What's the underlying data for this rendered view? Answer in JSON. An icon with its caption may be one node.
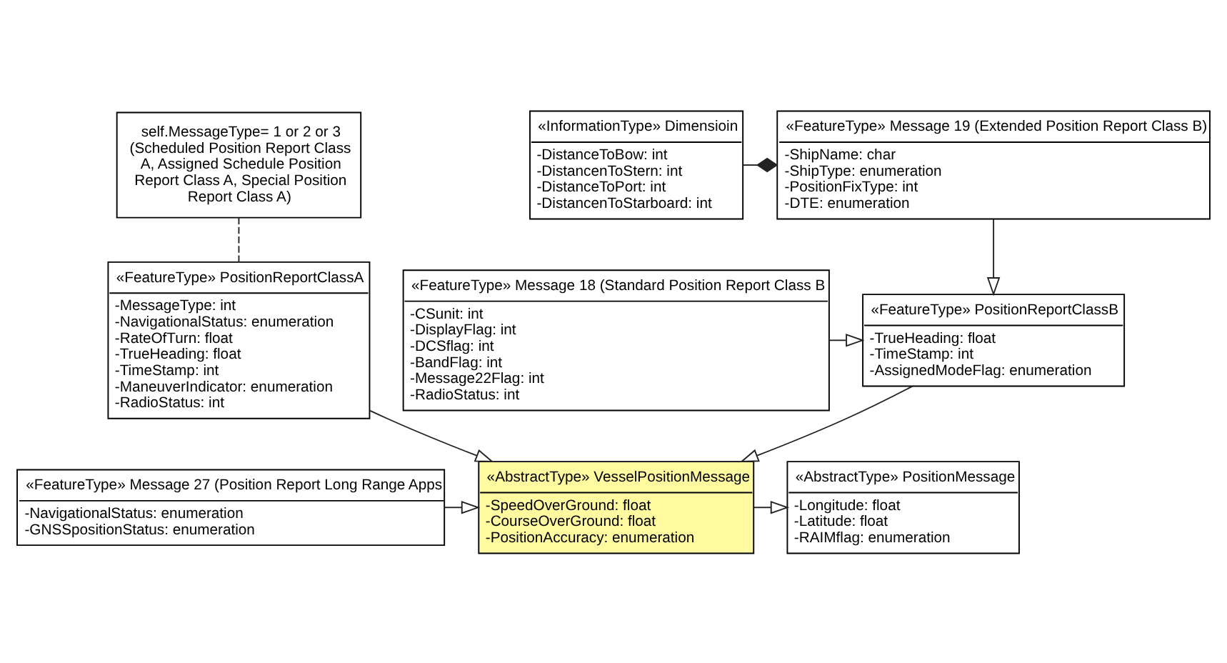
{
  "diagram": {
    "nodes": [
      {
        "text": [
          "self.MessageType= 1 or 2 or 3 (Scheduled Position Report Class A, Assigned Schedule Position Report Class A, Special Position Report Class A)"
        ]
      },
      {
        "text": [
          "«FeatureType» Message 19 (Extended Position Report Class B)",
          "-ShipName: char",
          "-ShipType: enumeration",
          "-PositionFixType: int",
          "-DTE: enumeration"
        ]
      },
      {
        "text": [
          "«InformationType» Dimensioin",
          "-DistanceToBow: int",
          "-DistancenToStern: int",
          "-DistanceToPort: int",
          "-DistancenToStarboard: int"
        ]
      },
      {
        "text": [
          "«FeatureType» PositionReportClassA",
          "-MessageType: int",
          "-NavigationalStatus: enumeration",
          "-RateOfTurn: float",
          "-TrueHeading: float",
          "-TimeStamp: int",
          "-ManeuverIndicator: enumeration",
          "-RadioStatus: int"
        ]
      },
      {
        "text": [
          "«FeatureType» PositionReportClassB",
          "-TrueHeading: float",
          "-TimeStamp: int",
          "-AssignedModeFlag: enumeration"
        ]
      },
      {
        "text": [
          "«FeatureType» Message 18 (Standard Position Report Class B",
          "-CSunit: int",
          "-DisplayFlag: int",
          "-DCSflag: int",
          "-BandFlag: int",
          "-Message22Flag: int",
          "-RadioStatus: int"
        ]
      },
      {
        "text": [
          "«AbstractType» PositionMessage",
          "-Longitude: float",
          "-Latitude: float",
          "-RAIMflag: enumeration"
        ]
      },
      {
        "text": [
          "«AbstractType» VesselPositionMessage",
          "-SpeedOverGround: float",
          "-CourseOverGround: float",
          "-PositionAccuracy: enumeration"
        ]
      },
      {
        "text": [
          "«FeatureType» Message 27 (Position Report Long Range Apps",
          "-NavigationalStatus: enumeration",
          "-GNSSpositionStatus: enumeration"
        ]
      }
    ],
    "edges": [
      {
        "from": 0,
        "to": 3,
        "arrow": "none",
        "style": "dashed"
      },
      {
        "from": 2,
        "to": 1,
        "arrow": "other"
      },
      {
        "from": 1,
        "to": 4,
        "arrow": "to"
      },
      {
        "from": 5,
        "to": 4,
        "arrow": "to"
      },
      {
        "from": 3,
        "to": 7,
        "arrow": "to"
      },
      {
        "from": 4,
        "to": 7,
        "arrow": "to"
      },
      {
        "from": 7,
        "to": 6,
        "arrow": "to"
      },
      {
        "from": 8,
        "to": 7,
        "arrow": "to"
      }
    ]
  }
}
